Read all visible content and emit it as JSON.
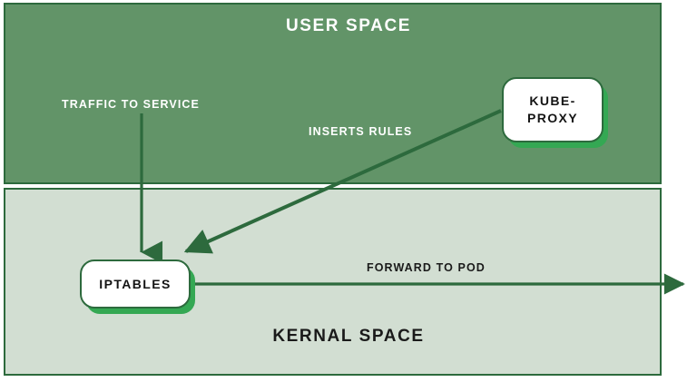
{
  "diagram": {
    "title_user_space": "USER SPACE",
    "title_kernel_space": "KERNAL SPACE",
    "colors": {
      "user_space_fill": "#629468",
      "kernel_space_fill": "#d2ded2",
      "border": "#2d6a3d",
      "arrow": "#2d6a3d",
      "node_shadow": "#34a853",
      "node_fill": "#ffffff",
      "text_light": "#ffffff",
      "text_dark": "#1a1a1a"
    },
    "zones": [
      {
        "id": "user-space",
        "label": "USER SPACE"
      },
      {
        "id": "kernel-space",
        "label": "KERNAL SPACE"
      }
    ],
    "nodes": [
      {
        "id": "kube-proxy",
        "label": "KUBE-\nPROXY",
        "line1": "KUBE-",
        "line2": "PROXY",
        "zone": "user-space"
      },
      {
        "id": "iptables",
        "label": "IPTABLES",
        "zone": "kernel-space"
      }
    ],
    "edges": [
      {
        "id": "traffic-to-service",
        "label": "TRAFFIC TO SERVICE",
        "from": "external",
        "to": "iptables"
      },
      {
        "id": "inserts-rules",
        "label": "INSERTS RULES",
        "from": "kube-proxy",
        "to": "iptables"
      },
      {
        "id": "forward-to-pod",
        "label": "FORWARD TO POD",
        "from": "iptables",
        "to": "pod"
      }
    ]
  }
}
